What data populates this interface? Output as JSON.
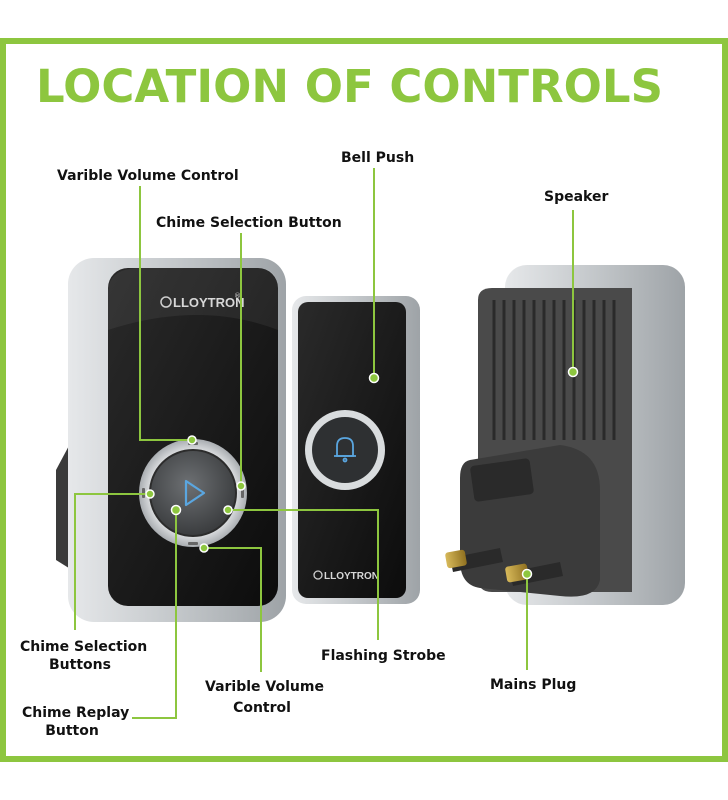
{
  "title": "LOCATION OF CONTROLS",
  "colors": {
    "accent": "#8dc63f",
    "device_black": "#141414",
    "device_silver": "#c9cdd0",
    "speaker_grey": "#4a4a4a",
    "plug_brass": "#b8962e"
  },
  "brand": "LLOYTRON",
  "labels": {
    "varible_volume_top": "Varible Volume Control",
    "chime_selection_button": "Chime Selection Button",
    "bell_push": "Bell Push",
    "speaker": "Speaker",
    "chime_selection_buttons_1": "Chime Selection",
    "chime_selection_buttons_2": "Buttons",
    "flashing_strobe": "Flashing Strobe",
    "mains_plug": "Mains Plug",
    "varible_volume_bottom_1": "Varible Volume",
    "varible_volume_bottom_2": "Control",
    "chime_replay_1": "Chime Replay",
    "chime_replay_2": "Button"
  },
  "icons": [
    "bell-icon",
    "play-icon",
    "registered-icon"
  ]
}
